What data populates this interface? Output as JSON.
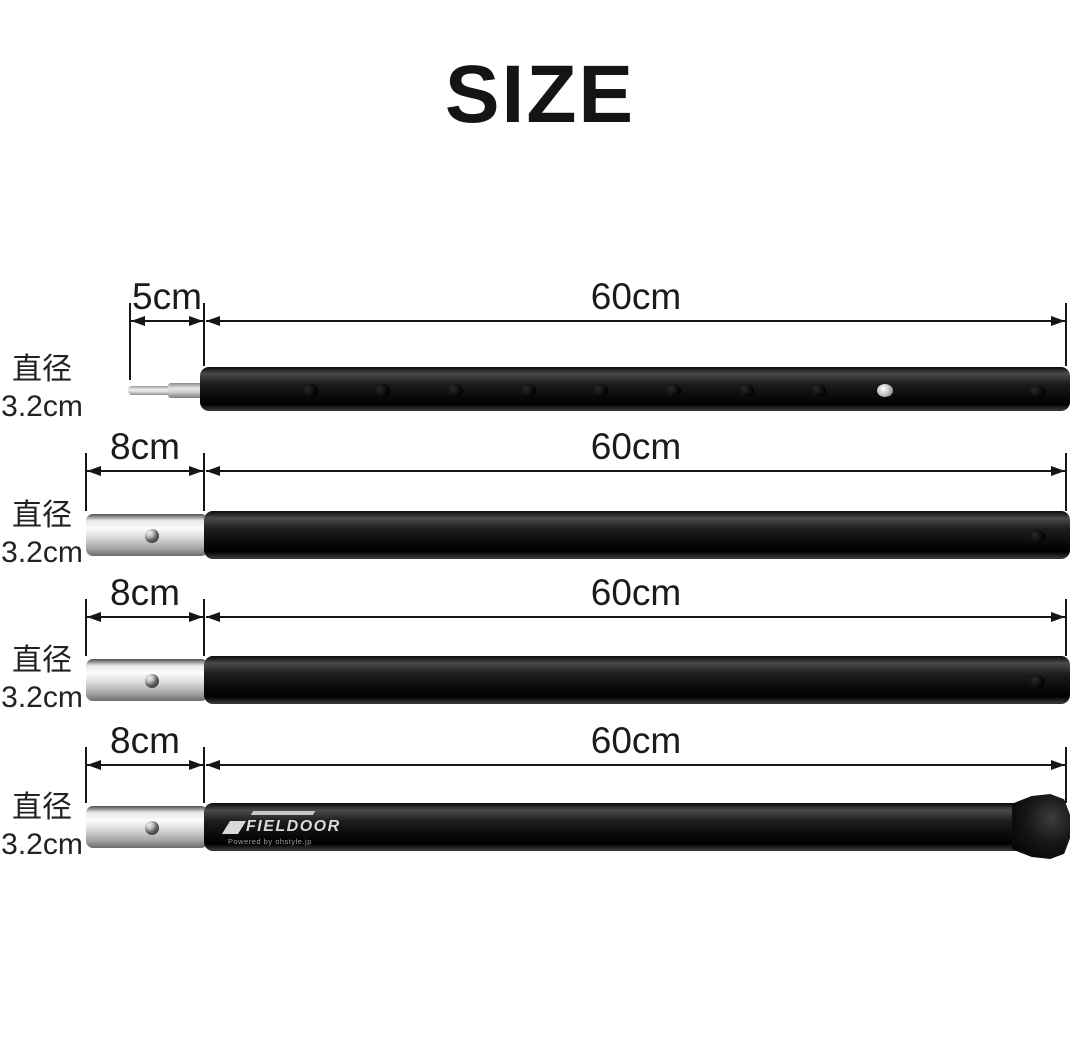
{
  "title": "SIZE",
  "brand": {
    "name": "FIELDOOR",
    "tagline": "Powered by ohstyle.jp"
  },
  "colors": {
    "pole_black": "#111111",
    "connector_silver": "#d9d9d9",
    "annotation_line": "#161616",
    "background": "#ffffff"
  },
  "poles": [
    {
      "left_dim": "5cm",
      "main_dim": "60cm",
      "diameter_line1": "直径",
      "diameter_line2": "3.2cm",
      "left_end": "pin-tip",
      "right_end": "adjustment-hole"
    },
    {
      "left_dim": "8cm",
      "main_dim": "60cm",
      "diameter_line1": "直径",
      "diameter_line2": "3.2cm",
      "left_end": "silver-connector",
      "right_end": "adjustment-hole"
    },
    {
      "left_dim": "8cm",
      "main_dim": "60cm",
      "diameter_line1": "直径",
      "diameter_line2": "3.2cm",
      "left_end": "silver-connector",
      "right_end": "adjustment-hole"
    },
    {
      "left_dim": "8cm",
      "main_dim": "60cm",
      "diameter_line1": "直径",
      "diameter_line2": "3.2cm",
      "left_end": "silver-connector",
      "right_end": "rubber-foot"
    }
  ]
}
